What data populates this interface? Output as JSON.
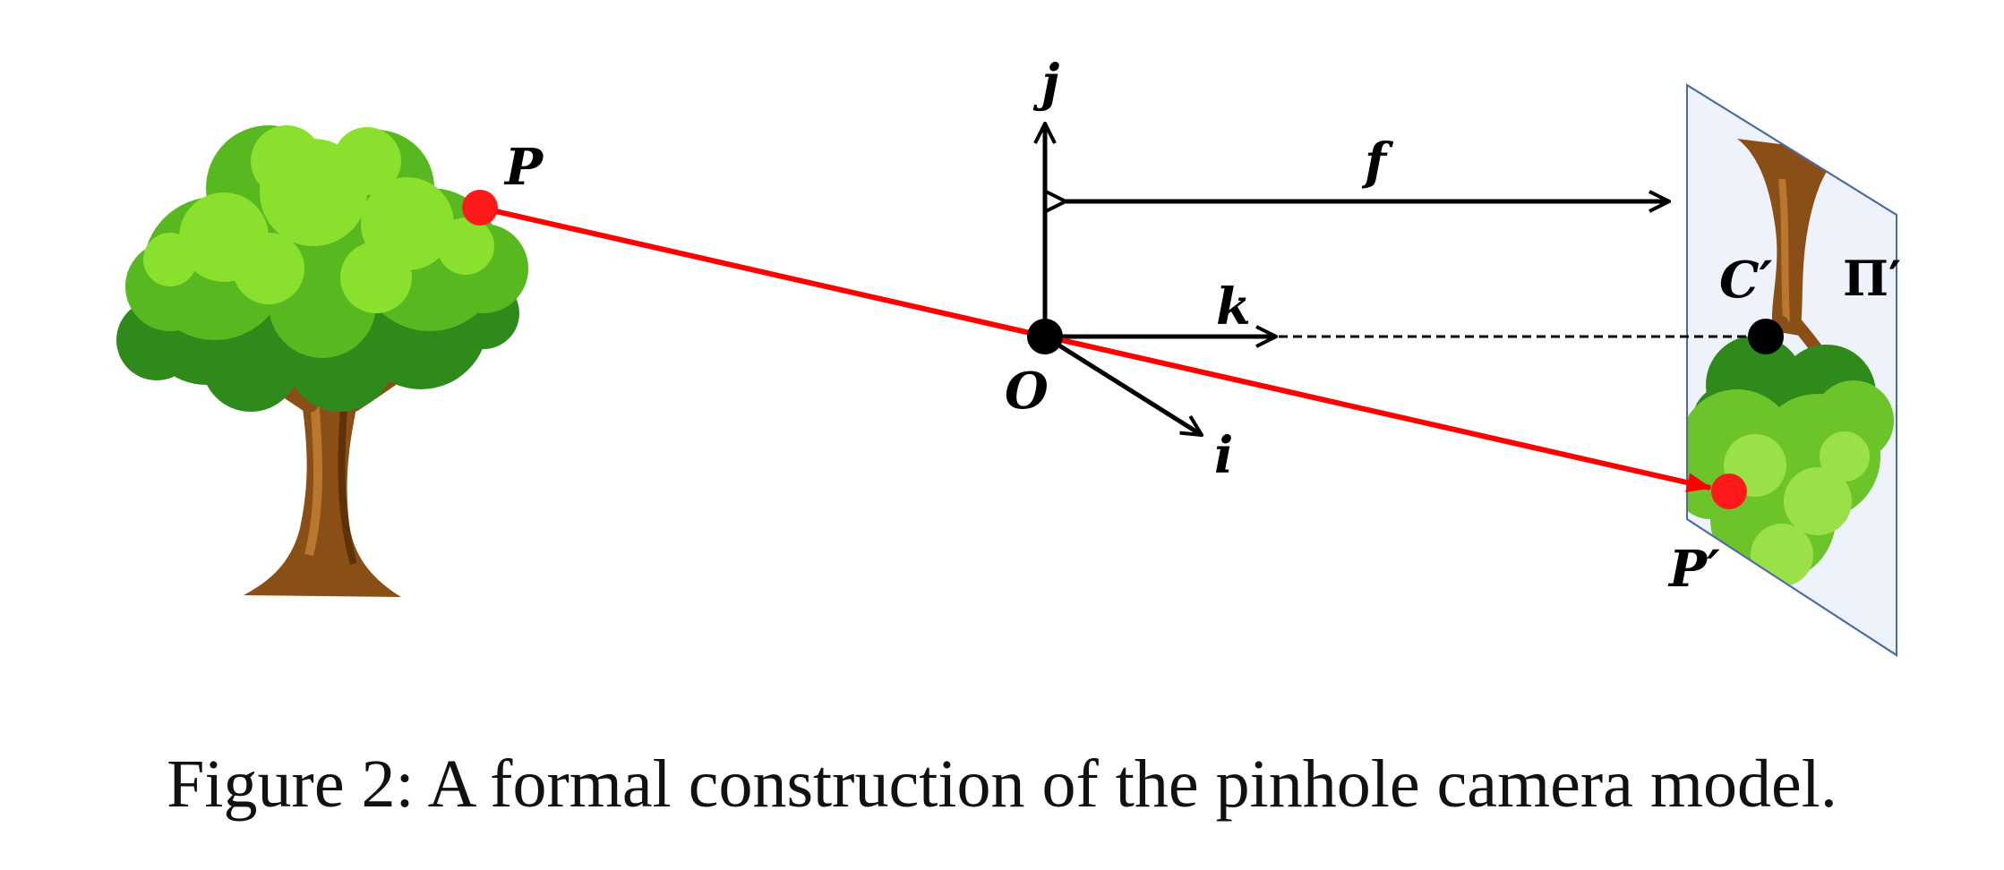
{
  "figure": {
    "labels": {
      "point_p": "P",
      "axis_j": "j",
      "focal_length": "f",
      "axis_k": "k",
      "origin": "O",
      "axis_i": "i",
      "principal_point": "C′",
      "image_plane": "Π′",
      "image_point": "P′"
    },
    "colors": {
      "ray": "#ff0000",
      "points_red": "#ff1a1a",
      "axes": "#000000",
      "plane_fill": "#eef2fb",
      "plane_stroke": "#4a6aa8",
      "foliage_light": "#7fd62a",
      "foliage_dark": "#2f8a1c",
      "trunk": "#8a4f16"
    }
  },
  "caption": "Figure 2: A formal construction of the pinhole camera model."
}
